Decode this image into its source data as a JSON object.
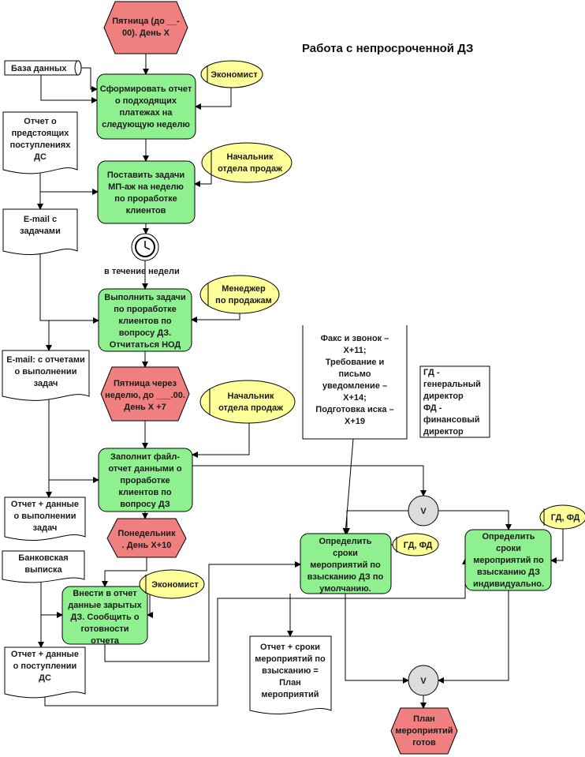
{
  "title": "Работа с непросроченной ДЗ",
  "events": {
    "start": [
      "Пятница (до __-",
      "00). День Х"
    ],
    "week_later": [
      "Пятница через",
      "неделю, до ___.00.",
      "День Х +7"
    ],
    "monday": [
      "Понедельник",
      ". День Х+10"
    ],
    "end": [
      "План",
      "мероприятий",
      "готов"
    ]
  },
  "functions": {
    "f1": [
      "Сформировать отчет",
      "о подходящих",
      "платежах на",
      "следующую неделю"
    ],
    "f2": [
      "Поставить задачи",
      "МП-аж на неделю",
      "по проработке",
      "клиентов"
    ],
    "f3": [
      "Выполнить задачи",
      "по проработке",
      "клиентов по",
      "вопросу ДЗ.",
      "Отчитаться НОД"
    ],
    "f4": [
      "Заполнит файл-",
      "отчет данными о",
      "проработке",
      "клиентов по",
      "вопросу ДЗ"
    ],
    "f5": [
      "Внести в отчет",
      "данные зарытых",
      "ДЗ. Сообщить о",
      "готовности",
      "отчета"
    ],
    "f6": [
      "Определить",
      "сроки",
      "мероприятий по",
      "взысканию ДЗ по",
      "умолчанию."
    ],
    "f7": [
      "Определить",
      "сроки",
      "мероприятий по",
      "взысканию ДЗ",
      "индивидуально."
    ]
  },
  "roles": {
    "r1": [
      "Экономист"
    ],
    "r2": [
      "Начальник",
      "отдела продаж"
    ],
    "r3": [
      "Менеджер",
      "по продажам"
    ],
    "r4": [
      "Начальник",
      "отдела продаж"
    ],
    "r5": [
      "Экономист"
    ],
    "r6": [
      "ГД, ФД"
    ],
    "r7": [
      "ГД, ФД"
    ]
  },
  "documents": {
    "d_report": [
      "Отчет о",
      "предстоящих",
      "поступлениях",
      "ДС"
    ],
    "d_email": [
      "E-mail с",
      "задачами"
    ],
    "d_email2": [
      "E-mail: с отчетами",
      "о выполнении",
      "задач"
    ],
    "d_report2": [
      "Отчет + данные",
      "о выполнении",
      "задач"
    ],
    "d_bank": [
      "Банковская",
      "выписка"
    ],
    "d_report3": [
      "Отчет + данные",
      "о поступлении",
      "ДС"
    ],
    "d_plan": [
      "Отчет + сроки",
      "мероприятий по",
      "взысканию =",
      "План",
      "мероприятий"
    ]
  },
  "database": "База данных",
  "timer_label": "в течение недели",
  "operators": [
    "V",
    "V"
  ],
  "note_box": [
    "Факс и звонок –",
    "Х+11;",
    "Требование и",
    "письмо",
    "уведомление –",
    "Х+14;",
    "Подготовка иска –",
    "Х+19"
  ],
  "legend_box": [
    "ГД -",
    "генеральный",
    "директор",
    "ФД -",
    "финансовый",
    "директор"
  ],
  "colors": {
    "event": "#f08080",
    "function": "#8ef08e",
    "role": "#ffff99",
    "operator": "#dcdcdc"
  }
}
